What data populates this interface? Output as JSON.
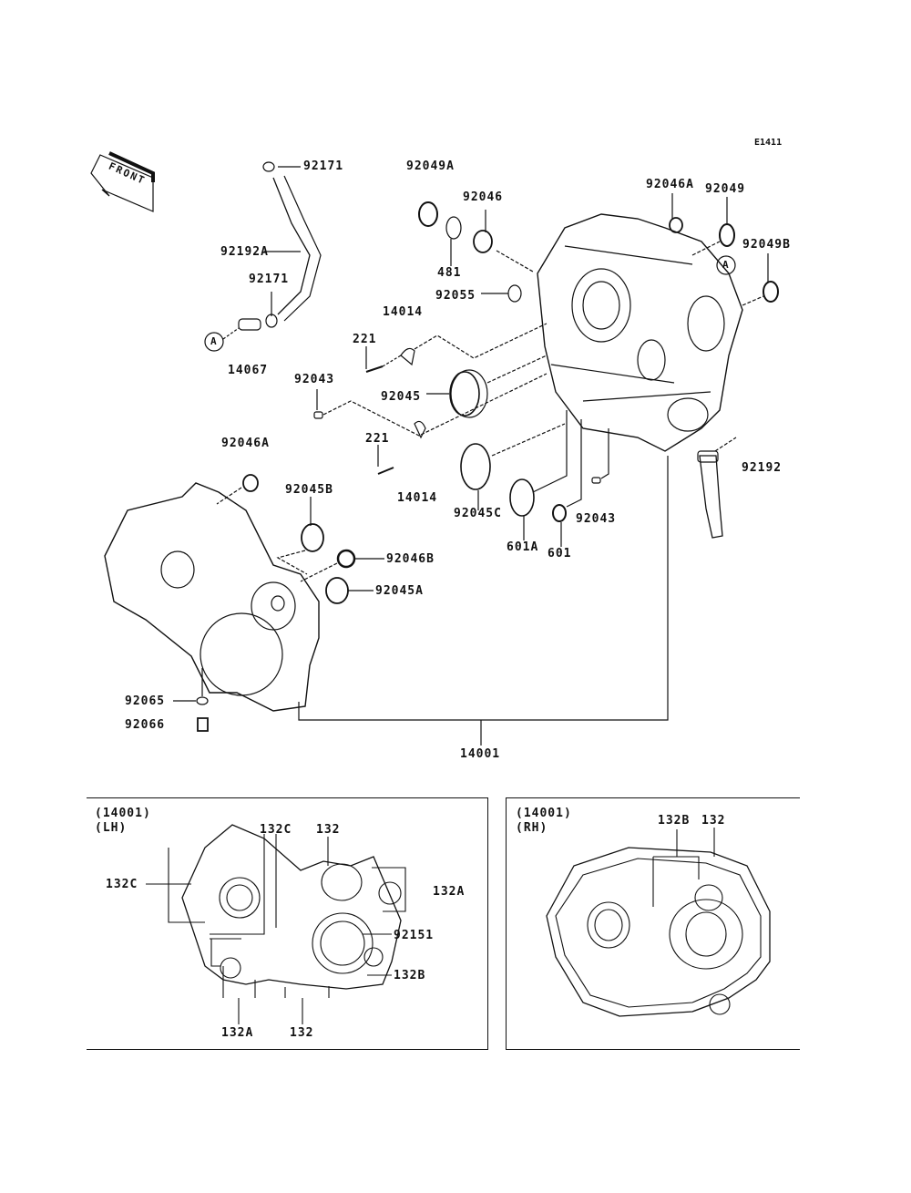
{
  "diagram": {
    "figure_code": "E1411",
    "front_arrow_text": "FRONT",
    "ref_marker": "A",
    "main_assembly_label": "14001",
    "labels": {
      "l92171_top": "92171",
      "l92049A": "92049A",
      "l92046": "92046",
      "l92046A_top": "92046A",
      "l92049": "92049",
      "l92049B": "92049B",
      "l92192A": "92192A",
      "l92171_mid": "92171",
      "l481": "481",
      "l92055": "92055",
      "l14014_top": "14014",
      "l14067": "14067",
      "l221_top": "221",
      "l92043_left": "92043",
      "l92045": "92045",
      "l92046A_left": "92046A",
      "l221_bottom": "221",
      "l14014_bottom": "14014",
      "l92045C": "92045C",
      "l92192": "92192",
      "l92045B": "92045B",
      "l92046B": "92046B",
      "l92045A": "92045A",
      "l601A": "601A",
      "l601": "601",
      "l92043_right": "92043",
      "l92065": "92065",
      "l92066": "92066"
    },
    "lh_panel": {
      "title": "(14001)\n(LH)",
      "labels": {
        "l132C_top": "132C",
        "l132_top": "132",
        "l132C_left": "132C",
        "l132A_right": "132A",
        "l92151": "92151",
        "l132B": "132B",
        "l132A_bottom": "132A",
        "l132_bottom": "132"
      }
    },
    "rh_panel": {
      "title": "(14001)\n(RH)",
      "labels": {
        "l132B": "132B",
        "l132": "132"
      }
    }
  }
}
